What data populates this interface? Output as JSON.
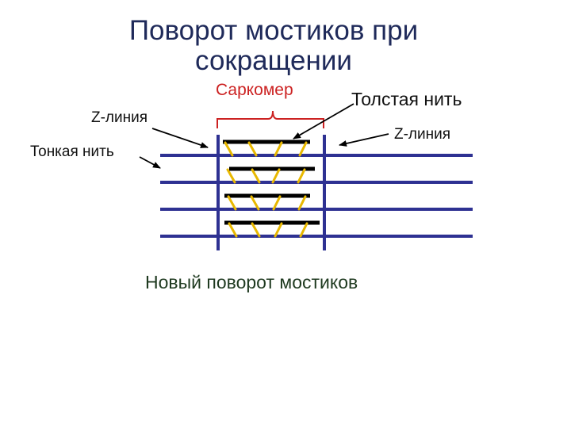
{
  "title_line1": "Поворот мостиков при",
  "title_line2": "сокращении",
  "labels": {
    "sarcomere": "Саркомер",
    "thick_filament": "Толстая нить",
    "z_line_left": "Z-линия",
    "z_line_right": "Z-линия",
    "thin_filament": "Тонкая нить"
  },
  "caption": "Новый поворот мостиков",
  "colors": {
    "title": "#1f2a5a",
    "sarcomere_label": "#cc2222",
    "thin_filament": "#2e3192",
    "thick_filament": "#000000",
    "cross_bridge": "#e8b800",
    "z_line": "#2e3192",
    "bracket": "#cc2222",
    "caption": "#1f3a20"
  }
}
